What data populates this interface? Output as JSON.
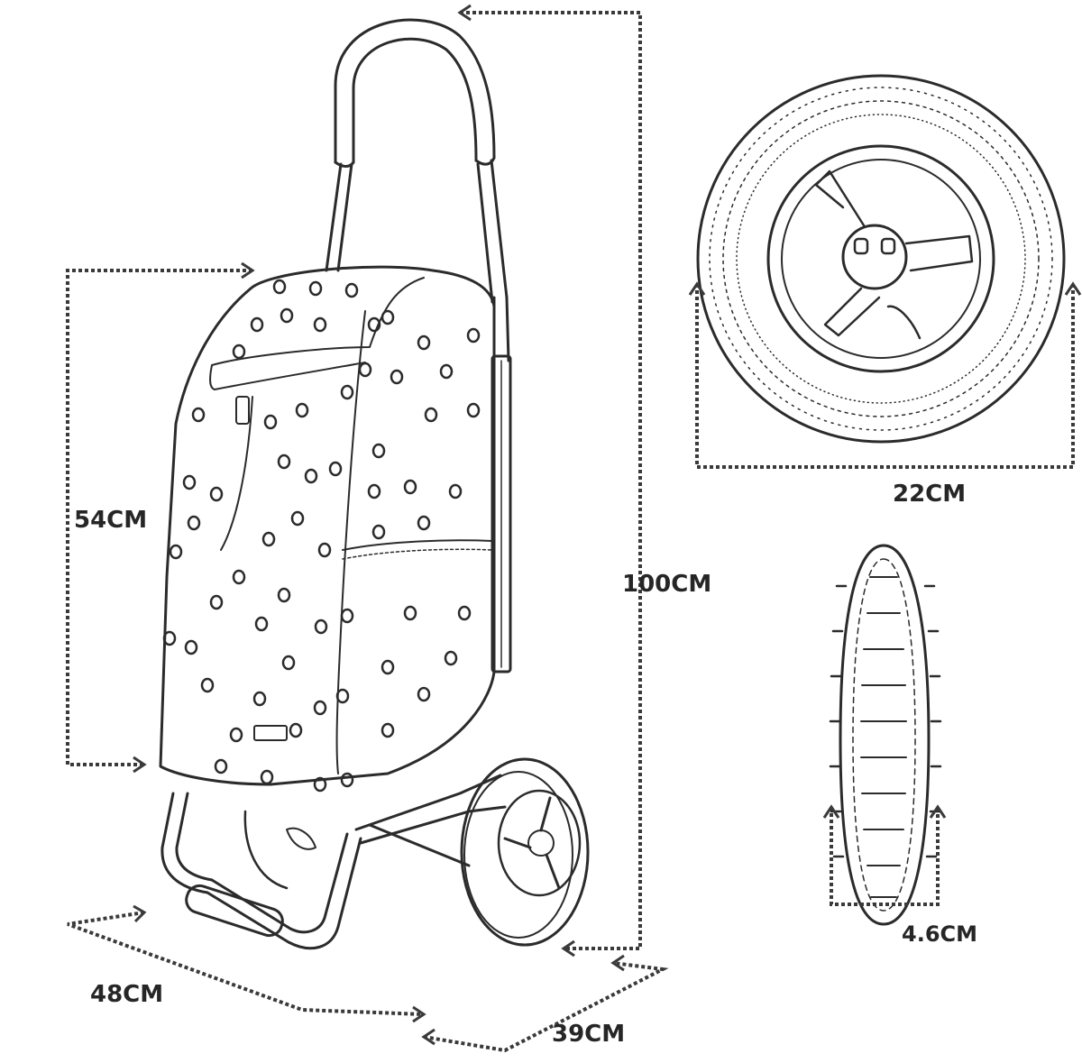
{
  "dimensions": {
    "total_height": "100CM",
    "bag_height": "54CM",
    "base_width": "48CM",
    "base_depth": "39CM",
    "wheel_diameter": "22CM",
    "wheel_width": "4.6CM"
  },
  "colors": {
    "line": "#2b2b2b",
    "dash": "#3a3a3a",
    "background": "#ffffff"
  },
  "icons": {
    "trolley": "shopping-trolley-icon",
    "wheel_front": "wheel-front-view-icon",
    "wheel_side": "wheel-side-view-icon"
  }
}
